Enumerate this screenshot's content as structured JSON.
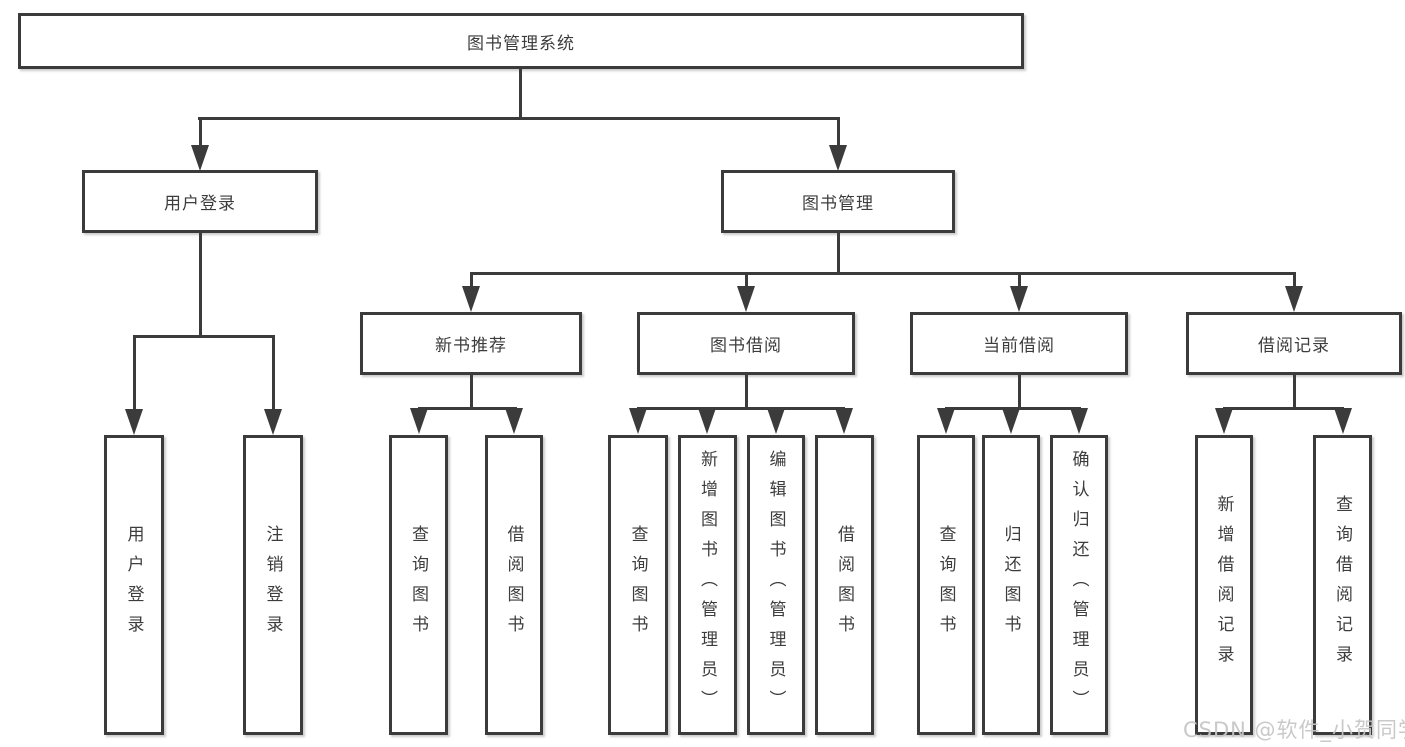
{
  "diagram": {
    "root": {
      "label": "图书管理系统"
    },
    "branches": [
      {
        "label": "用户登录",
        "children": [
          {
            "label": "用户登录"
          },
          {
            "label": "注销登录"
          }
        ]
      },
      {
        "label": "图书管理",
        "children": [
          {
            "label": "新书推荐",
            "children": [
              {
                "label": "查询图书"
              },
              {
                "label": "借阅图书"
              }
            ]
          },
          {
            "label": "图书借阅",
            "children": [
              {
                "label": "查询图书"
              },
              {
                "label": "新增图书（管理员）"
              },
              {
                "label": "编辑图书（管理员）"
              },
              {
                "label": "借阅图书"
              }
            ]
          },
          {
            "label": "当前借阅",
            "children": [
              {
                "label": "查询图书"
              },
              {
                "label": "归还图书"
              },
              {
                "label": "确认归还（管理员）"
              }
            ]
          },
          {
            "label": "借阅记录",
            "children": [
              {
                "label": "新增借阅记录"
              },
              {
                "label": "查询借阅记录"
              }
            ]
          }
        ]
      }
    ]
  },
  "watermark": {
    "text": "CSDN @软件_小贺同学"
  },
  "colors": {
    "line": "#3b3b3b",
    "text": "#3d3d3d",
    "watermark": "#c6c6c6",
    "background": "#ffffff"
  }
}
